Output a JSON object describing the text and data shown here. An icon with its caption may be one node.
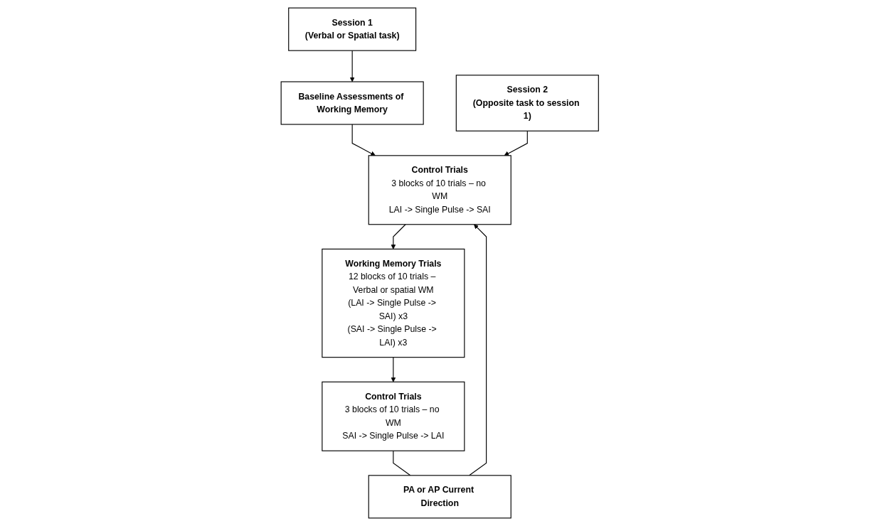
{
  "diagram": {
    "nodes": [
      {
        "text": [
          "Session 1",
          "(Verbal or Spatial task)"
        ]
      },
      {
        "text": [
          "Session 2",
          "(Opposite task to session 1)"
        ]
      },
      {
        "text": [
          "Baseline Assessments of Working Memory"
        ]
      },
      {
        "text": [
          "Control Trials",
          "3 blocks of 10 trials – no WM",
          "LAI -> Single Pulse -> SAI"
        ]
      },
      {
        "text": [
          "Working Memory Trials",
          "12 blocks of 10 trials – Verbal or spatial WM",
          "(LAI -> Single Pulse -> SAI) x3",
          "(SAI -> Single Pulse -> LAI) x3"
        ]
      },
      {
        "text": [
          "Control Trials",
          "3 blocks of 10 trials – no WM",
          "SAI -> Single Pulse -> LAI"
        ]
      },
      {
        "text": [
          "PA or AP Current Direction"
        ]
      }
    ],
    "edges": [
      {
        "from": 0,
        "to": 2,
        "arrow": "to"
      },
      {
        "from": 2,
        "to": 3,
        "arrow": "to"
      },
      {
        "from": 1,
        "to": 3,
        "arrow": "to"
      },
      {
        "from": 3,
        "to": 4,
        "arrow": "to"
      },
      {
        "from": 4,
        "to": 5,
        "arrow": "to"
      },
      {
        "from": 5,
        "to": 6,
        "arrow": "none"
      },
      {
        "from": 6,
        "to": 3,
        "arrow": "to"
      }
    ]
  }
}
